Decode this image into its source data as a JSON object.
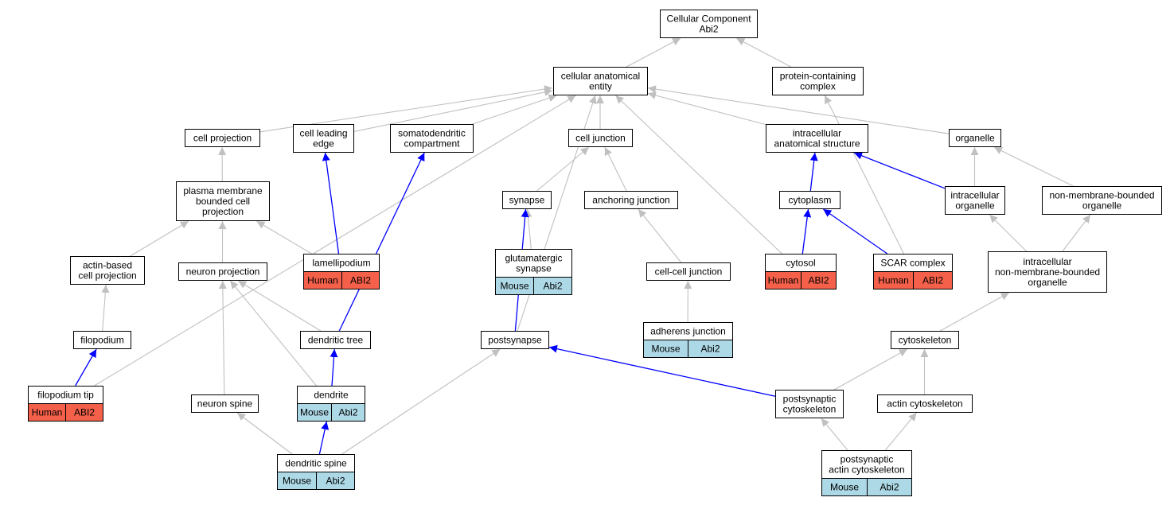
{
  "colors": {
    "gray_edge": "#c0c0c0",
    "blue_edge": "#0000ff",
    "human_fill": "#f4604a",
    "mouse_fill": "#add8e6"
  },
  "nodes": [
    {
      "id": "cc",
      "lines": [
        "Cellular Component",
        "Abi2"
      ]
    },
    {
      "id": "cae",
      "lines": [
        "cellular anatomical",
        "entity"
      ]
    },
    {
      "id": "pcc",
      "lines": [
        "protein-containing",
        "complex"
      ]
    },
    {
      "id": "cp",
      "lines": [
        "cell projection"
      ]
    },
    {
      "id": "cle",
      "lines": [
        "cell leading",
        "edge"
      ]
    },
    {
      "id": "sdc",
      "lines": [
        "somatodendritic",
        "compartment"
      ]
    },
    {
      "id": "cj",
      "lines": [
        "cell junction"
      ]
    },
    {
      "id": "ias",
      "lines": [
        "intracellular",
        "anatomical structure"
      ]
    },
    {
      "id": "org",
      "lines": [
        "organelle"
      ]
    },
    {
      "id": "pmbcp",
      "lines": [
        "plasma membrane",
        "bounded cell",
        "projection"
      ]
    },
    {
      "id": "syn",
      "lines": [
        "synapse"
      ]
    },
    {
      "id": "aj",
      "lines": [
        "anchoring junction"
      ]
    },
    {
      "id": "cyto",
      "lines": [
        "cytoplasm"
      ]
    },
    {
      "id": "io",
      "lines": [
        "intracellular",
        "organelle"
      ]
    },
    {
      "id": "nmbo",
      "lines": [
        "non-membrane-bounded",
        "organelle"
      ]
    },
    {
      "id": "abcp",
      "lines": [
        "actin-based",
        "cell projection"
      ]
    },
    {
      "id": "np",
      "lines": [
        "neuron projection"
      ]
    },
    {
      "id": "lam",
      "lines": [
        "lamellipodium"
      ],
      "badge": [
        "Human",
        "ABI2"
      ]
    },
    {
      "id": "gs",
      "lines": [
        "glutamatergic",
        "synapse"
      ],
      "badge": [
        "Mouse",
        "Abi2"
      ]
    },
    {
      "id": "ccj",
      "lines": [
        "cell-cell junction"
      ]
    },
    {
      "id": "cytosol",
      "lines": [
        "cytosol"
      ],
      "badge": [
        "Human",
        "ABI2"
      ]
    },
    {
      "id": "scar",
      "lines": [
        "SCAR complex"
      ],
      "badge": [
        "Human",
        "ABI2"
      ]
    },
    {
      "id": "inmbo",
      "lines": [
        "intracellular",
        "non-membrane-bounded",
        "organelle"
      ]
    },
    {
      "id": "fil",
      "lines": [
        "filopodium"
      ]
    },
    {
      "id": "dt",
      "lines": [
        "dendritic tree"
      ]
    },
    {
      "id": "ps",
      "lines": [
        "postsynapse"
      ]
    },
    {
      "id": "adj",
      "lines": [
        "adherens junction"
      ],
      "badge": [
        "Mouse",
        "Abi2"
      ]
    },
    {
      "id": "csk",
      "lines": [
        "cytoskeleton"
      ]
    },
    {
      "id": "ft",
      "lines": [
        "filopodium tip"
      ],
      "badge": [
        "Human",
        "ABI2"
      ]
    },
    {
      "id": "ns",
      "lines": [
        "neuron spine"
      ]
    },
    {
      "id": "den",
      "lines": [
        "dendrite"
      ],
      "badge": [
        "Mouse",
        "Abi2"
      ]
    },
    {
      "id": "psc",
      "lines": [
        "postsynaptic",
        "cytoskeleton"
      ]
    },
    {
      "id": "acsk",
      "lines": [
        "actin cytoskeleton"
      ]
    },
    {
      "id": "ds",
      "lines": [
        "dendritic spine"
      ],
      "badge": [
        "Mouse",
        "Abi2"
      ]
    },
    {
      "id": "psacsk",
      "lines": [
        "postsynaptic",
        "actin cytoskeleton"
      ],
      "badge": [
        "Mouse",
        "Abi2"
      ]
    }
  ],
  "edges": [
    {
      "from": "cae",
      "to": "cc",
      "color": "gray"
    },
    {
      "from": "pcc",
      "to": "cc",
      "color": "gray"
    },
    {
      "from": "cp",
      "to": "cae",
      "color": "gray"
    },
    {
      "from": "cle",
      "to": "cae",
      "color": "gray"
    },
    {
      "from": "sdc",
      "to": "cae",
      "color": "gray"
    },
    {
      "from": "cj",
      "to": "cae",
      "color": "gray"
    },
    {
      "from": "ias",
      "to": "cae",
      "color": "gray"
    },
    {
      "from": "org",
      "to": "cae",
      "color": "gray"
    },
    {
      "from": "ft",
      "to": "cae",
      "color": "gray"
    },
    {
      "from": "ps",
      "to": "cae",
      "color": "gray"
    },
    {
      "from": "cytosol",
      "to": "cae",
      "color": "gray"
    },
    {
      "from": "scar",
      "to": "pcc",
      "color": "gray"
    },
    {
      "from": "pmbcp",
      "to": "cp",
      "color": "gray"
    },
    {
      "from": "syn",
      "to": "cj",
      "color": "gray"
    },
    {
      "from": "aj",
      "to": "cj",
      "color": "gray"
    },
    {
      "from": "io",
      "to": "org",
      "color": "gray"
    },
    {
      "from": "nmbo",
      "to": "org",
      "color": "gray"
    },
    {
      "from": "abcp",
      "to": "pmbcp",
      "color": "gray"
    },
    {
      "from": "np",
      "to": "pmbcp",
      "color": "gray"
    },
    {
      "from": "lam",
      "to": "pmbcp",
      "color": "gray"
    },
    {
      "from": "gs",
      "to": "syn",
      "color": "gray"
    },
    {
      "from": "ccj",
      "to": "aj",
      "color": "gray"
    },
    {
      "from": "adj",
      "to": "ccj",
      "color": "gray"
    },
    {
      "from": "inmbo",
      "to": "io",
      "color": "gray"
    },
    {
      "from": "inmbo",
      "to": "nmbo",
      "color": "gray"
    },
    {
      "from": "csk",
      "to": "inmbo",
      "color": "gray"
    },
    {
      "from": "fil",
      "to": "abcp",
      "color": "gray"
    },
    {
      "from": "ns",
      "to": "np",
      "color": "gray"
    },
    {
      "from": "den",
      "to": "np",
      "color": "gray"
    },
    {
      "from": "dt",
      "to": "np",
      "color": "gray"
    },
    {
      "from": "ds",
      "to": "ns",
      "color": "gray"
    },
    {
      "from": "ds",
      "to": "ps",
      "color": "gray"
    },
    {
      "from": "psc",
      "to": "csk",
      "color": "gray"
    },
    {
      "from": "acsk",
      "to": "csk",
      "color": "gray"
    },
    {
      "from": "psacsk",
      "to": "psc",
      "color": "gray"
    },
    {
      "from": "psacsk",
      "to": "acsk",
      "color": "gray"
    },
    {
      "from": "lam",
      "to": "cle",
      "color": "blue"
    },
    {
      "from": "dt",
      "to": "sdc",
      "color": "blue"
    },
    {
      "from": "cyto",
      "to": "ias",
      "color": "blue"
    },
    {
      "from": "io",
      "to": "ias",
      "color": "blue"
    },
    {
      "from": "cytosol",
      "to": "cyto",
      "color": "blue"
    },
    {
      "from": "scar",
      "to": "cyto",
      "color": "blue"
    },
    {
      "from": "ps",
      "to": "syn",
      "color": "blue"
    },
    {
      "from": "ft",
      "to": "fil",
      "color": "blue"
    },
    {
      "from": "den",
      "to": "dt",
      "color": "blue"
    },
    {
      "from": "ds",
      "to": "den",
      "color": "blue"
    },
    {
      "from": "psc",
      "to": "ps",
      "color": "blue"
    }
  ]
}
